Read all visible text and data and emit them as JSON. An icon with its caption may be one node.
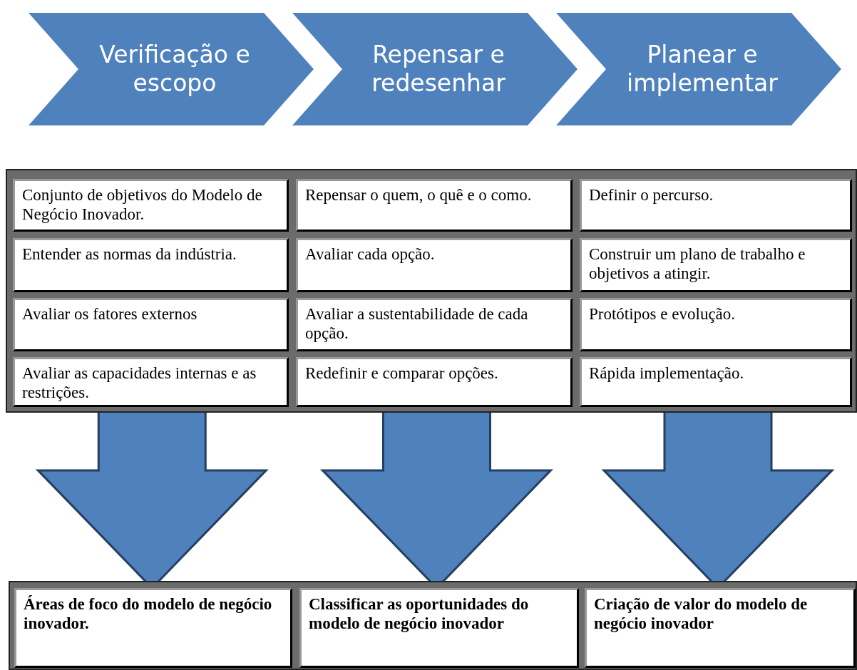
{
  "diagram": {
    "nodes": [
      {
        "text": [
          "Verificação e escopo"
        ]
      },
      {
        "text": [
          "Repensar e redesenhar"
        ]
      },
      {
        "text": [
          "Planear e implementar"
        ]
      },
      {
        "text": [
          "Conjunto de objetivos do Modelo de Negócio Inovador."
        ]
      },
      {
        "text": [
          "Repensar o quem, o quê e o como."
        ]
      },
      {
        "text": [
          "Definir o percurso."
        ]
      },
      {
        "text": [
          "Entender as normas da indústria."
        ]
      },
      {
        "text": [
          "Avaliar cada opção."
        ]
      },
      {
        "text": [
          "Construir um plano de trabalho e objetivos a atingir."
        ]
      },
      {
        "text": [
          "Avaliar os fatores externos"
        ]
      },
      {
        "text": [
          "Avaliar a sustentabilidade de cada opção."
        ]
      },
      {
        "text": [
          "Protótipos e evolução."
        ]
      },
      {
        "text": [
          "Avaliar as capacidades internas e as restrições."
        ]
      },
      {
        "text": [
          "Redefinir e comparar opções."
        ]
      },
      {
        "text": [
          "Rápida implementação."
        ]
      },
      {
        "text": [
          "Áreas de foco do modelo de negócio inovador."
        ]
      },
      {
        "text": [
          "Classificar as oportunidades do modelo de negócio inovador"
        ]
      },
      {
        "text": [
          "Criação de valor do modelo de negócio inovador"
        ]
      }
    ],
    "edges": [
      {
        "from": 12,
        "to": 15,
        "arrow": "to",
        "style": "thick"
      },
      {
        "from": 13,
        "to": 16,
        "arrow": "to",
        "style": "thick"
      },
      {
        "from": 14,
        "to": 17,
        "arrow": "to",
        "style": "thick"
      }
    ]
  }
}
